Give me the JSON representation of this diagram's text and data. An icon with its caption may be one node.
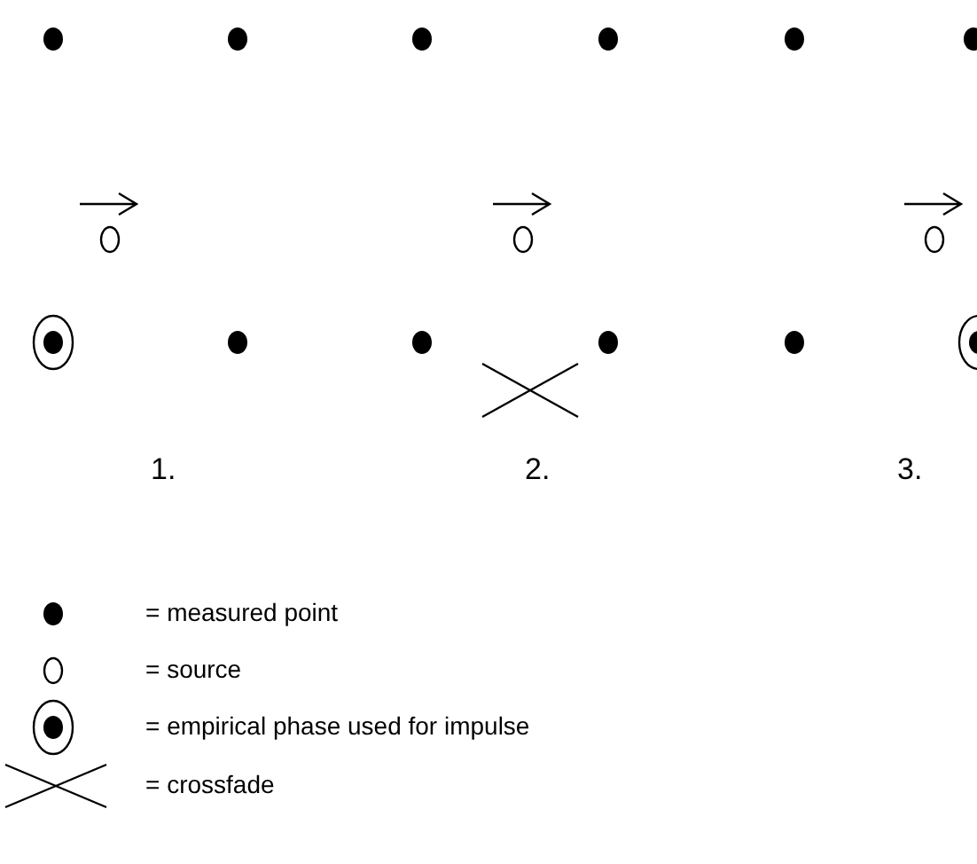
{
  "diagram": {
    "labels": [
      "1.",
      "2.",
      "3."
    ],
    "legend": [
      {
        "text": "= measured point"
      },
      {
        "text": "= source"
      },
      {
        "text": "= empirical phase used for impulse"
      },
      {
        "text": "= crossfade"
      }
    ]
  }
}
